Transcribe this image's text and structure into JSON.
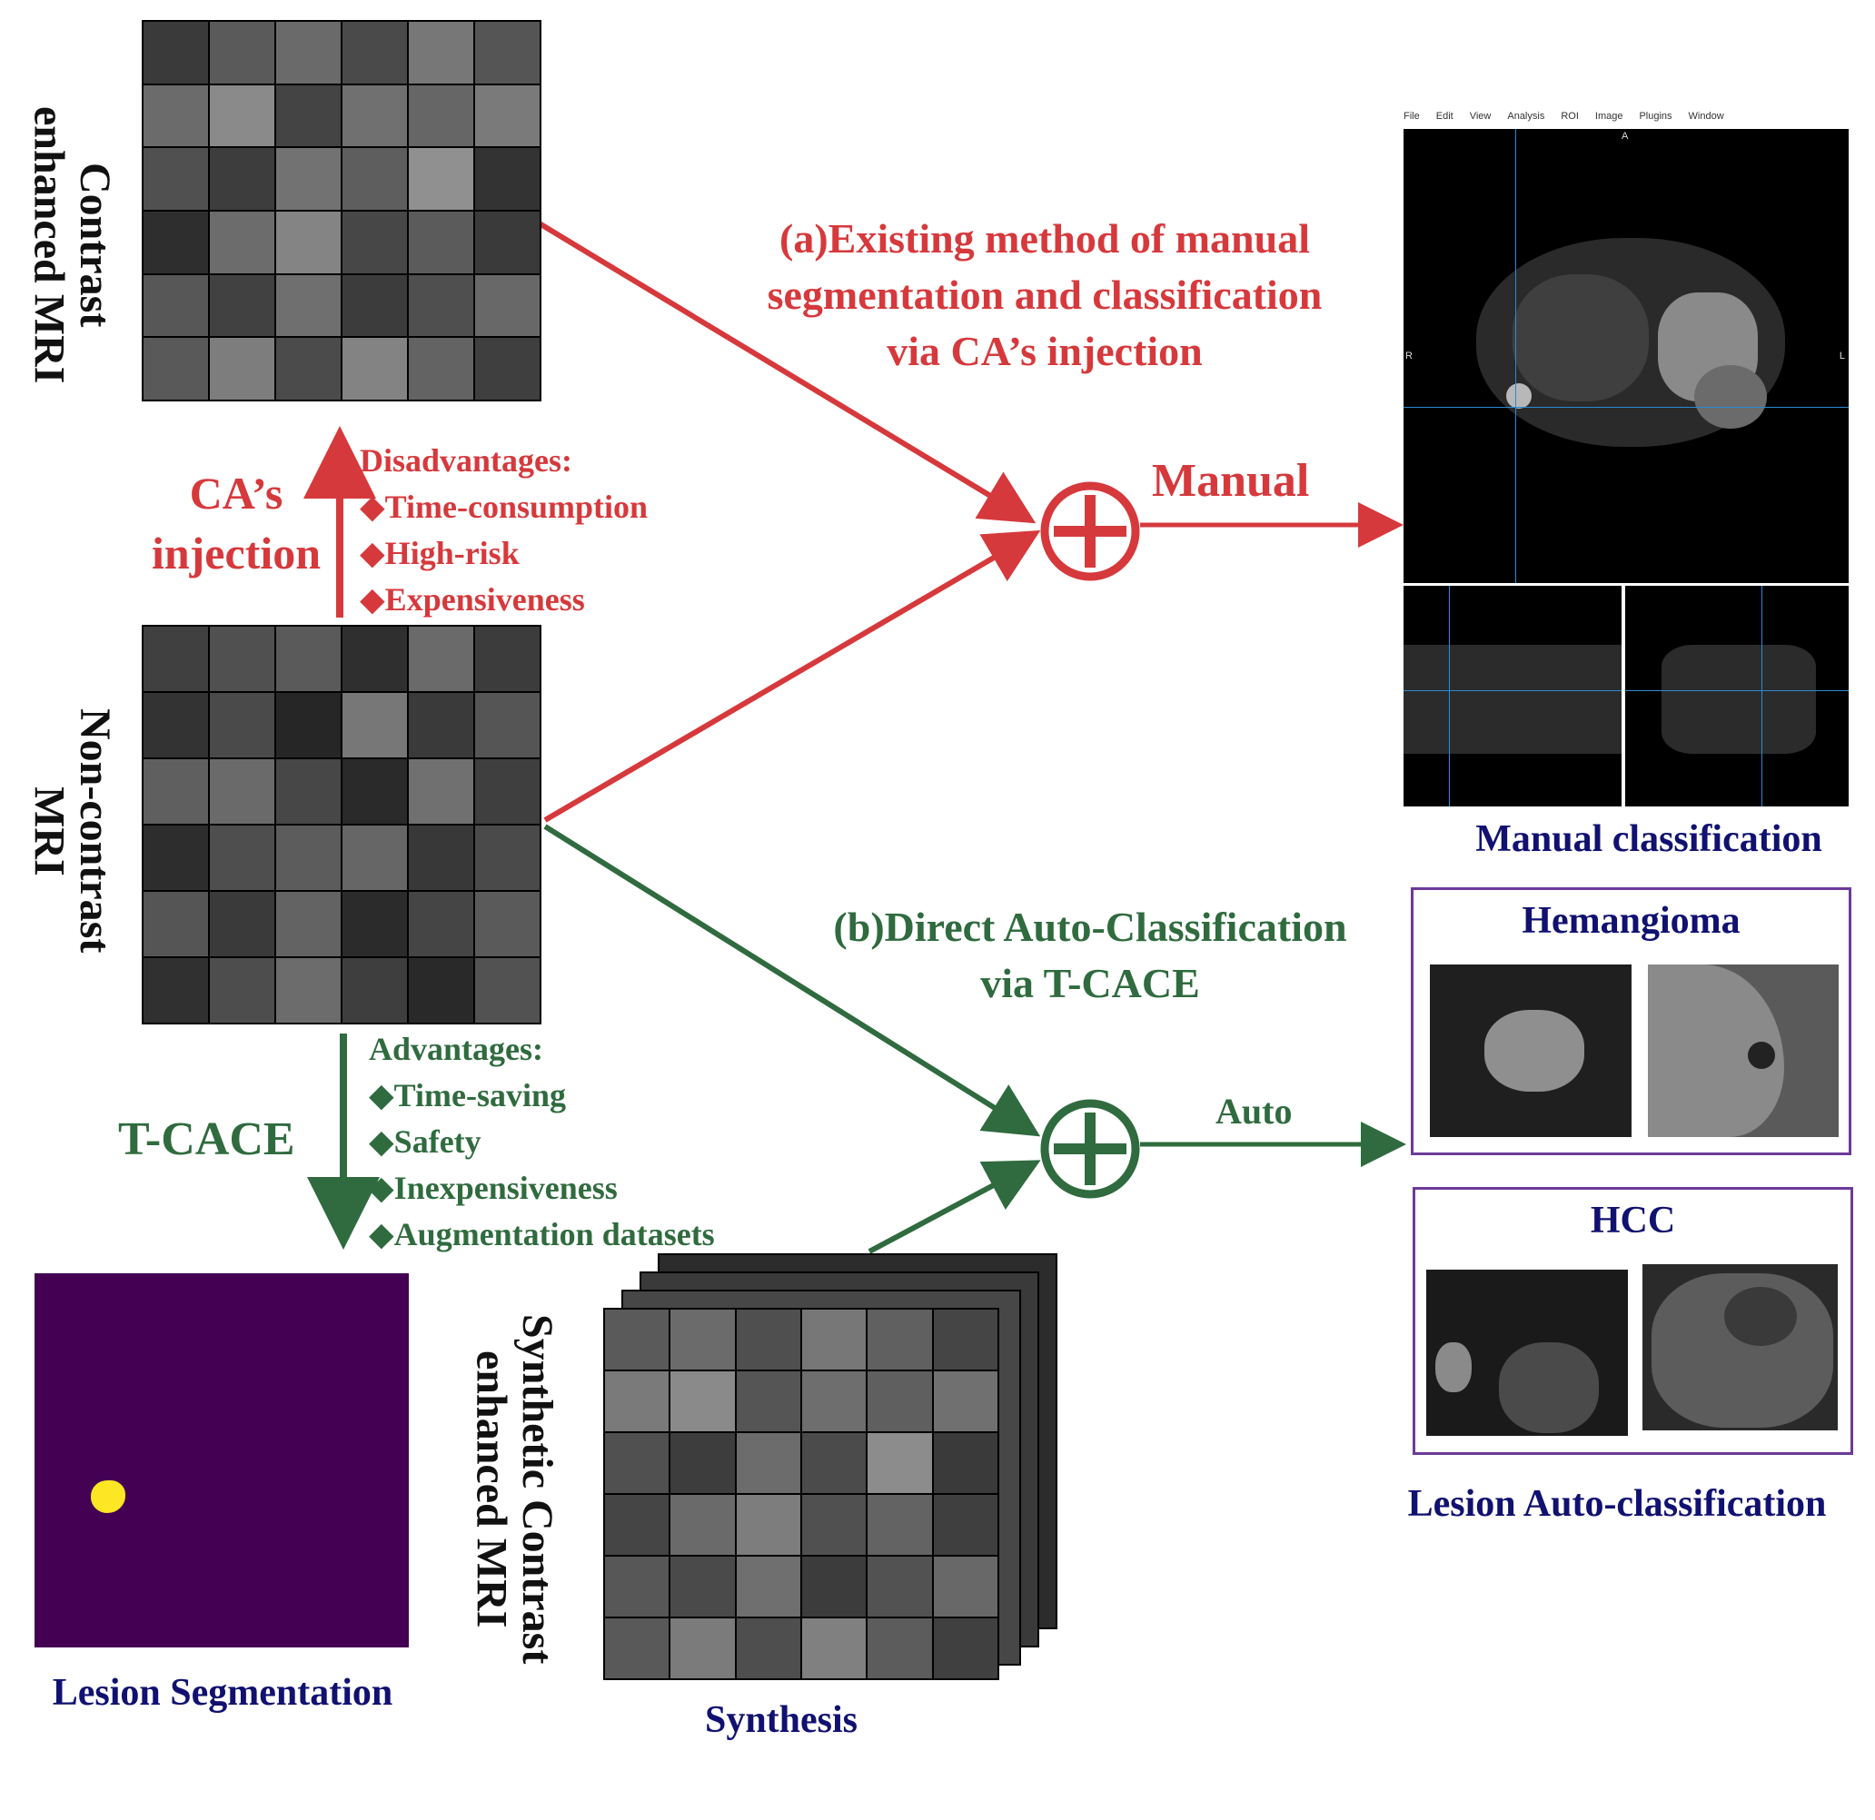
{
  "labels": {
    "contrast_mri": "Contrast enhanced MRI",
    "contrast_mri_l1": "Contrast",
    "contrast_mri_l2": "enhanced MRI",
    "noncontrast_mri_l1": "Non-contrast",
    "noncontrast_mri_l2": "MRI",
    "synthetic_l1": "Synthetic Contrast",
    "synthetic_l2": "enhanced MRI",
    "ca_injection_l1": "CA’s",
    "ca_injection_l2": "injection",
    "tcace": "T-CACE",
    "manual": "Manual",
    "auto": "Auto",
    "manual_classification": "Manual classification",
    "lesion_auto_classification": "Lesion Auto-classification",
    "lesion_segmentation": "Lesion Segmentation",
    "synthesis": "Synthesis",
    "hemangioma": "Hemangioma",
    "hcc": "HCC"
  },
  "method_a": {
    "line1": "(a)Existing method of manual",
    "line2": "segmentation and classification",
    "line3": "via CA’s injection"
  },
  "method_b": {
    "line1": "(b)Direct  Auto-Classification",
    "line2": "via T-CACE"
  },
  "disadvantages": {
    "title": "Disadvantages:",
    "items": [
      "◆Time-consumption",
      "◆High-risk",
      "◆Expensiveness"
    ]
  },
  "advantages": {
    "title": "Advantages:",
    "items": [
      "◆Time-saving",
      "◆Safety",
      "◆Inexpensiveness",
      "◆Augmentation datasets"
    ]
  },
  "viewer": {
    "menu": [
      "File",
      "Edit",
      "View",
      "Analysis",
      "ROI",
      "Image",
      "Plugins",
      "Window"
    ],
    "orient_a": "A",
    "orient_r": "R",
    "orient_l": "L"
  },
  "colors": {
    "red": "#d6393c",
    "green": "#2f6b3e",
    "navy": "#101170",
    "purple_box": "#6d3a9a",
    "seg_bg": "#440154",
    "seg_lesion": "#fde725"
  }
}
